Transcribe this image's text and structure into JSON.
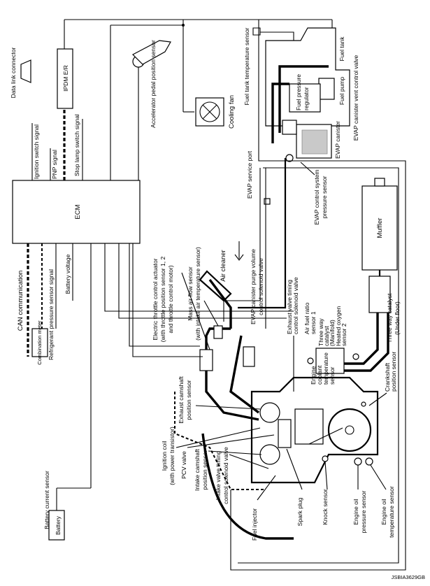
{
  "diagram": {
    "labels": {
      "ecm": "ECM",
      "ipdm": "IPDM E/R",
      "data_link": "Data link connector",
      "ignition_switch_signal": "Ignition switch signal",
      "pnp_signal": "PNP signal",
      "stop_lamp_switch_signal": "Stop lamp switch signal",
      "can_communication": "CAN communication",
      "refrigerant_pressure": "Refrigerant pressure sensor signal",
      "battery_voltage": "Battery voltage",
      "combination_meter": "Combination meter",
      "battery_current_sensor": "Battery current sensor",
      "battery": "Battery",
      "accelerator_pedal": "Accelerator pedal position sensor",
      "cooling_fan": "Cooling fan",
      "fuel_tank_temp": "Fuel tank temperature sensor",
      "fuel_tank": "Fuel tank",
      "fuel_pump": "Fuel pump",
      "fuel_pressure_reg": "Fuel pressure regulator",
      "evap_vent_valve": "EVAP canister vent control valve",
      "evap_canister": "EVAP canister",
      "evap_service_port": "EVAP service port",
      "evap_pressure_sensor": "EVAP control system pressure sensor",
      "muffler": "Muffler",
      "three_way_under": "Three way catalyst (Under floor)",
      "etc_actuator": "Electric throttle control actuator (with throttle position sensor 1, 2 and throttle control motor)",
      "maf_sensor": "Mass air flow sensor (with intake air temperature sensor)",
      "air_cleaner": "Air cleaner",
      "evap_purge": "EVAP canister purge volume control solenoid valve",
      "exhaust_vtc": "Exhaust valve timing control solenoid valve",
      "af_sensor": "Air fuel ratio sensor 1",
      "three_way_manifold": "Three way catalyst (Manifold)",
      "heated_o2": "Heated oxygen sensor 2",
      "exhaust_cam": "Exhaust camshaft position sensor",
      "ect_sensor": "Engine coolant temperature sensor",
      "crankshaft": "Crankshaft position sensor",
      "ignition_coil": "Ignition coil (with power transistor)",
      "pcv_valve": "PCV valve",
      "intake_cam": "Intake camshaft position sensor",
      "intake_vtc": "Intake valve timing control solenoid valve",
      "fuel_injector": "Fuel injector",
      "spark_plug": "Spark plug",
      "knock_sensor": "Knock sensor",
      "oil_pressure": "Engine oil pressure sensor",
      "oil_temp": "Engine oil temperature sensor",
      "code": "JSBIA3629GB"
    }
  }
}
